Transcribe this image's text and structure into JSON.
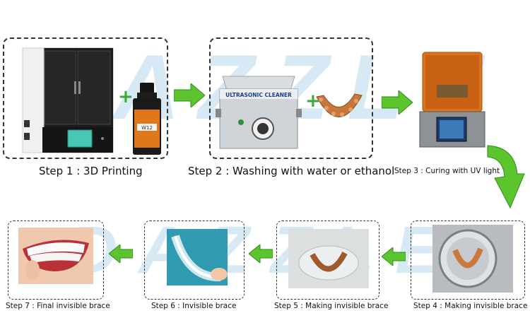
{
  "watermark": "DAZZLE",
  "steps": [
    {
      "caption": "Step 1 : 3D Printing"
    },
    {
      "caption": "Step 2 : Washing with water or ethanol"
    },
    {
      "caption": "Step 3 : Curing with UV light"
    },
    {
      "caption": "Step 4 : Making invisible brace"
    },
    {
      "caption": "Step 5 : Making invisible brace"
    },
    {
      "caption": "Step 6 : Invisible brace"
    },
    {
      "caption": "Step 7 : Final invisible brace"
    }
  ],
  "labels": {
    "resin_bottle": "W12",
    "cleaner": "ULTRASONIC CLEANER"
  },
  "colors": {
    "arrow": "#5cc52e",
    "arrow_dark": "#2e8b1a",
    "watermark": "#d6e9f5"
  }
}
